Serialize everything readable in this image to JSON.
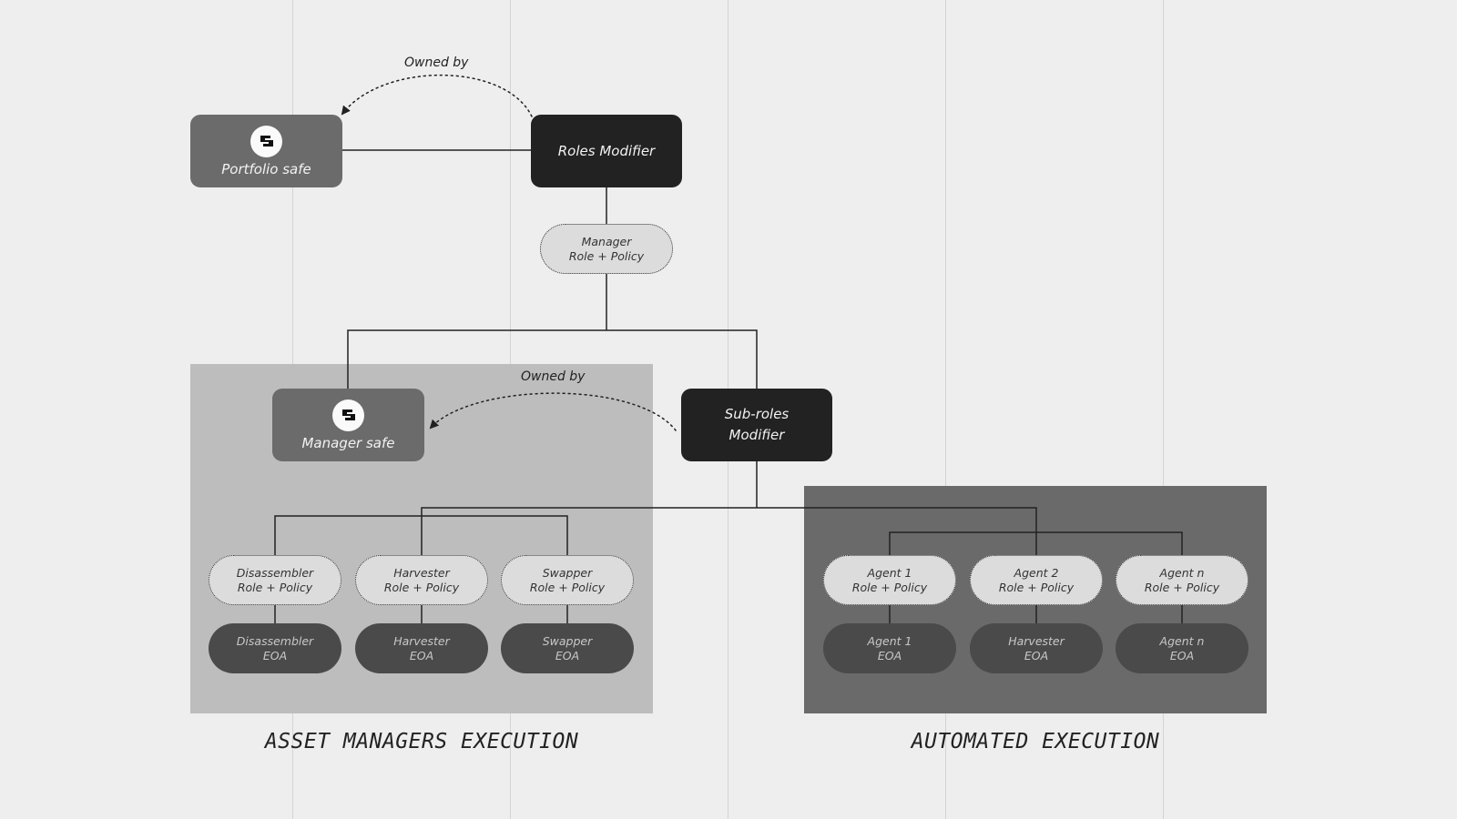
{
  "nodes": {
    "portfolio_safe": "Portfolio safe",
    "roles_modifier": "Roles Modifier",
    "manager_role": [
      "Manager",
      "Role + Policy"
    ],
    "manager_safe": "Manager safe",
    "subroles_modifier": [
      "Sub-roles",
      "Modifier"
    ]
  },
  "edges": {
    "owned_by_top": "Owned by",
    "owned_by_mid": "Owned by"
  },
  "asset_managers": {
    "title": "ASSET MANAGERS EXECUTION",
    "roles": [
      {
        "line1": "Disassembler",
        "line2": "Role + Policy"
      },
      {
        "line1": "Harvester",
        "line2": "Role + Policy"
      },
      {
        "line1": "Swapper",
        "line2": "Role + Policy"
      }
    ],
    "eoas": [
      {
        "line1": "Disassembler",
        "line2": "EOA"
      },
      {
        "line1": "Harvester",
        "line2": "EOA"
      },
      {
        "line1": "Swapper",
        "line2": "EOA"
      }
    ]
  },
  "automated": {
    "title": "AUTOMATED EXECUTION",
    "roles": [
      {
        "line1": "Agent 1",
        "line2": "Role + Policy"
      },
      {
        "line1": "Agent 2",
        "line2": "Role + Policy"
      },
      {
        "line1": "Agent n",
        "line2": "Role + Policy"
      }
    ],
    "eoas": [
      {
        "line1": "Agent 1",
        "line2": "EOA"
      },
      {
        "line1": "Harvester",
        "line2": "EOA"
      },
      {
        "line1": "Agent n",
        "line2": "EOA"
      }
    ]
  },
  "icons": {
    "safe": "safe-logo-icon",
    "arrow": "arrowhead-icon"
  },
  "colors": {
    "background": "#eeeeee",
    "safe": "#6b6b6b",
    "modifier": "#222222",
    "role": "#dcdcdc",
    "eoa": "#4a4a4a",
    "panel_light": "#bdbdbd",
    "panel_dark": "#6a6a6a"
  }
}
